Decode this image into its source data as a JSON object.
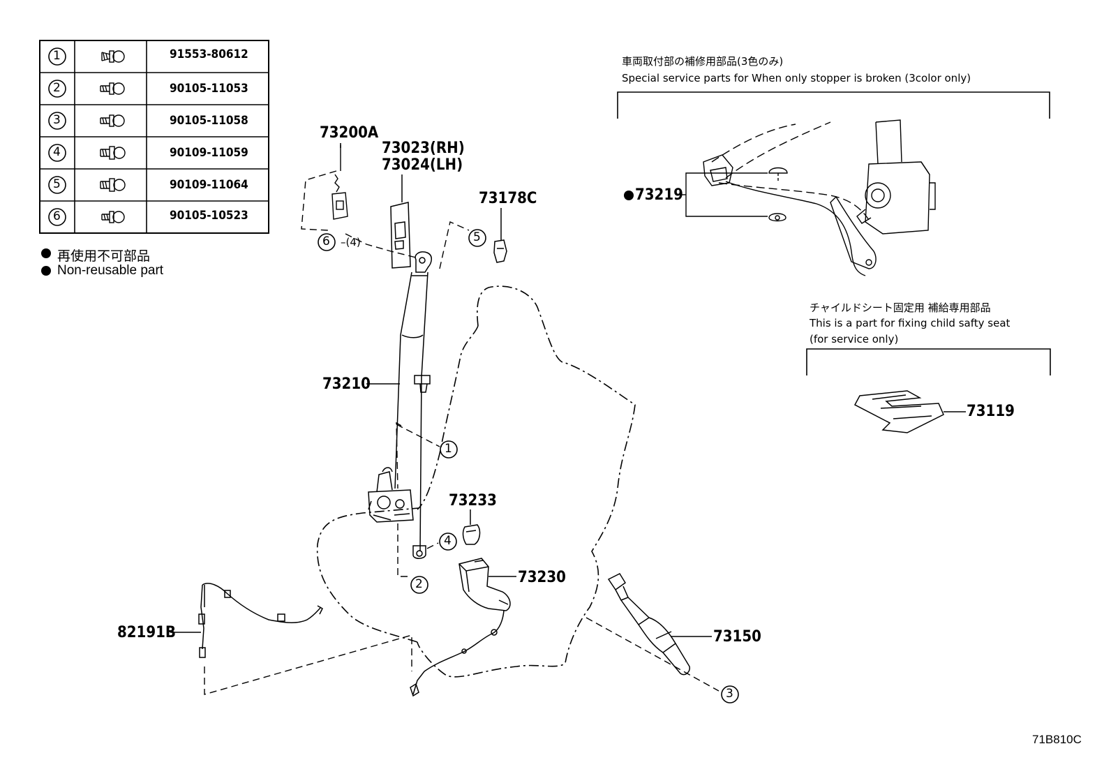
{
  "fastener_table": [
    {
      "index": "1",
      "part": "91553-80612"
    },
    {
      "index": "2",
      "part": "90105-11053"
    },
    {
      "index": "3",
      "part": "90105-11058"
    },
    {
      "index": "4",
      "part": "90109-11059"
    },
    {
      "index": "5",
      "part": "90109-11064"
    },
    {
      "index": "6",
      "part": "90105-10523"
    }
  ],
  "legend": {
    "ja": "再使用不可部品",
    "en": "Non-reusable part"
  },
  "parts": {
    "p73200A": "73200A",
    "p73023": "73023(RH)",
    "p73024": "73024(LH)",
    "p73178C": "73178C",
    "p73210": "73210",
    "p73233": "73233",
    "p73230": "73230",
    "p73150": "73150",
    "p82191B": "82191B",
    "p73219": "73219",
    "p73119": "73119"
  },
  "callouts": {
    "six_qty": "–(4)"
  },
  "notes": {
    "stopper_ja": "車両取付部の補修用部品(3色のみ)",
    "stopper_en": "Special service parts for When only stopper is broken (3color only)",
    "child_ja": "チャイルドシート固定用  補給専用部品",
    "child_en1": "This is a part for fixing child safty seat",
    "child_en2": "(for service only)"
  },
  "diagram_code": "71B810C"
}
